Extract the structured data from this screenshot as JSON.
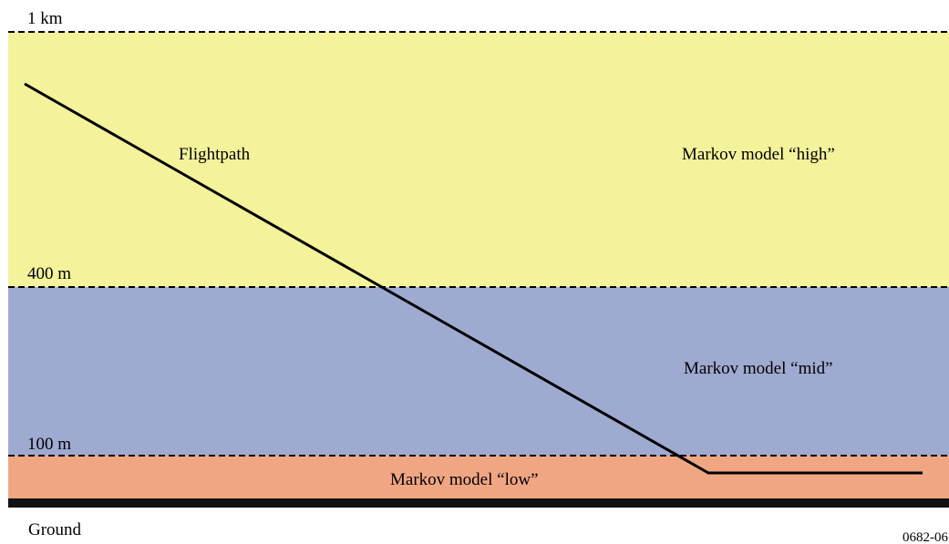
{
  "diagram": {
    "altitude_labels": {
      "top": "1 km",
      "mid_boundary": "400 m",
      "low_boundary": "100 m",
      "ground": "Ground"
    },
    "layers": {
      "high": {
        "label": "Markov model “high”",
        "color": "#f4f29a"
      },
      "mid": {
        "label": "Markov model “mid”",
        "color": "#9eaad0"
      },
      "low": {
        "label": "Markov model “low”",
        "color": "#f0a682"
      }
    },
    "ground_color": "#111111",
    "flightpath_label": "Flightpath",
    "figure_id": "0682-06"
  }
}
